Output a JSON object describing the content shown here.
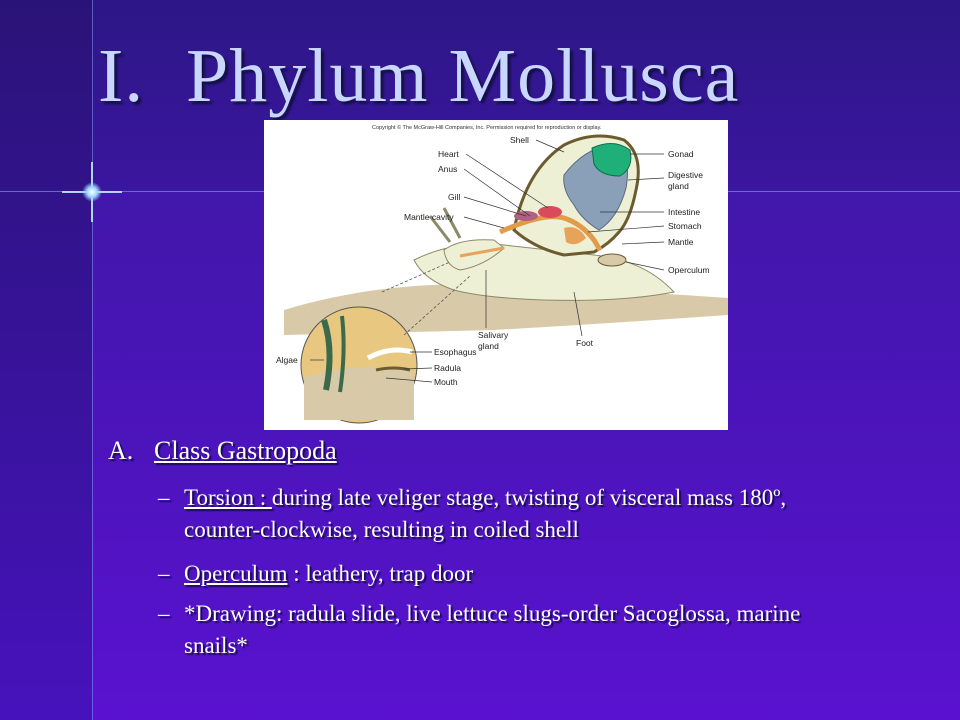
{
  "slide": {
    "title_number": "I.",
    "title_text": "Phylum Mollusca"
  },
  "figure": {
    "copyright": "Copyright © The McGraw-Hill Companies, Inc. Permission required for reproduction or display.",
    "labels": {
      "shell": "Shell",
      "heart": "Heart",
      "anus": "Anus",
      "gill": "Gill",
      "mantle_cavity": "Mantle cavity",
      "gonad": "Gonad",
      "digestive_1": "Digestive",
      "digestive_2": "gland",
      "intestine": "Intestine",
      "stomach": "Stomach",
      "mantle": "Mantle",
      "operculum": "Operculum",
      "salivary_1": "Salivary",
      "salivary_2": "gland",
      "foot": "Foot",
      "algae": "Algae",
      "esophagus": "Esophagus",
      "radula": "Radula",
      "mouth": "Mouth"
    }
  },
  "content": {
    "heading_letter": "A.",
    "heading_text": "Class Gastropoda",
    "items": [
      {
        "dash": "–",
        "term": "Torsion",
        "sep": " : ",
        "desc": "during late veliger stage, twisting of visceral mass 180º, counter-clockwise, resulting in coiled shell"
      },
      {
        "dash": "–",
        "term": "Operculum",
        "sep": " : ",
        "desc": "leathery, trap door"
      },
      {
        "dash": "–",
        "text": "*Drawing: radula slide, live lettuce slugs-order Sacoglossa, marine snails*"
      }
    ]
  },
  "colors": {
    "background": "#4a14b8",
    "title": "#c9d6ff",
    "text": "#ffffff",
    "gonad": "#1fb07a",
    "digestive": "#8aa0b8",
    "body": "#eef0d6",
    "sand": "#d8c9a8"
  }
}
